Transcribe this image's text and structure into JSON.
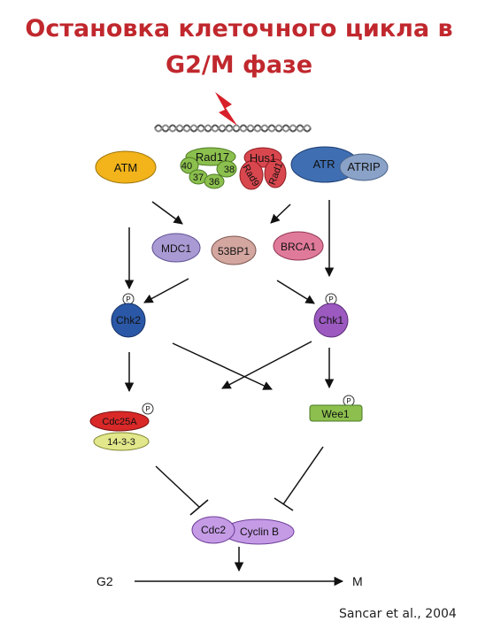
{
  "title": {
    "line1": "Остановка клеточного цикла в",
    "line2": "G2/M фазе"
  },
  "colors": {
    "title": "#c0282e",
    "atm": "#f2b31b",
    "rad17_complex": "#8cc04e",
    "hus1_complex": "#d9474e",
    "atr": "#3f6fb2",
    "atrip": "#8aa2c8",
    "mdc1": "#a99ad4",
    "bp53": "#d3a6a0",
    "brca1": "#e07a9a",
    "chk2": "#2b58a6",
    "chk1": "#9c5ac0",
    "cdc25a": "#d92828",
    "p14_3_3": "#e1e78a",
    "wee1": "#8cbf4e",
    "cdc2": "#c59be6",
    "cyclinb": "#c59be6"
  },
  "proteins": {
    "atm": "ATM",
    "rad17": "Rad17",
    "s40": "40",
    "s38": "38",
    "s37": "37",
    "s36": "36",
    "hus1": "Hus1",
    "rad9": "Rad9",
    "rad1": "Rad1",
    "atr": "ATR",
    "atrip": "ATRIP",
    "mdc1": "MDC1",
    "bp53": "53BP1",
    "brca1": "BRCA1",
    "chk2": "Chk2",
    "chk1": "Chk1",
    "cdc25a": "Cdc25A",
    "p14_3_3": "14-3-3",
    "wee1": "Wee1",
    "cdc2": "Cdc2",
    "cyclinb": "Cyclin B"
  },
  "phosphate": "P",
  "phases": {
    "g2": "G2",
    "m": "M"
  },
  "credit": "Sancar et al., 2004"
}
